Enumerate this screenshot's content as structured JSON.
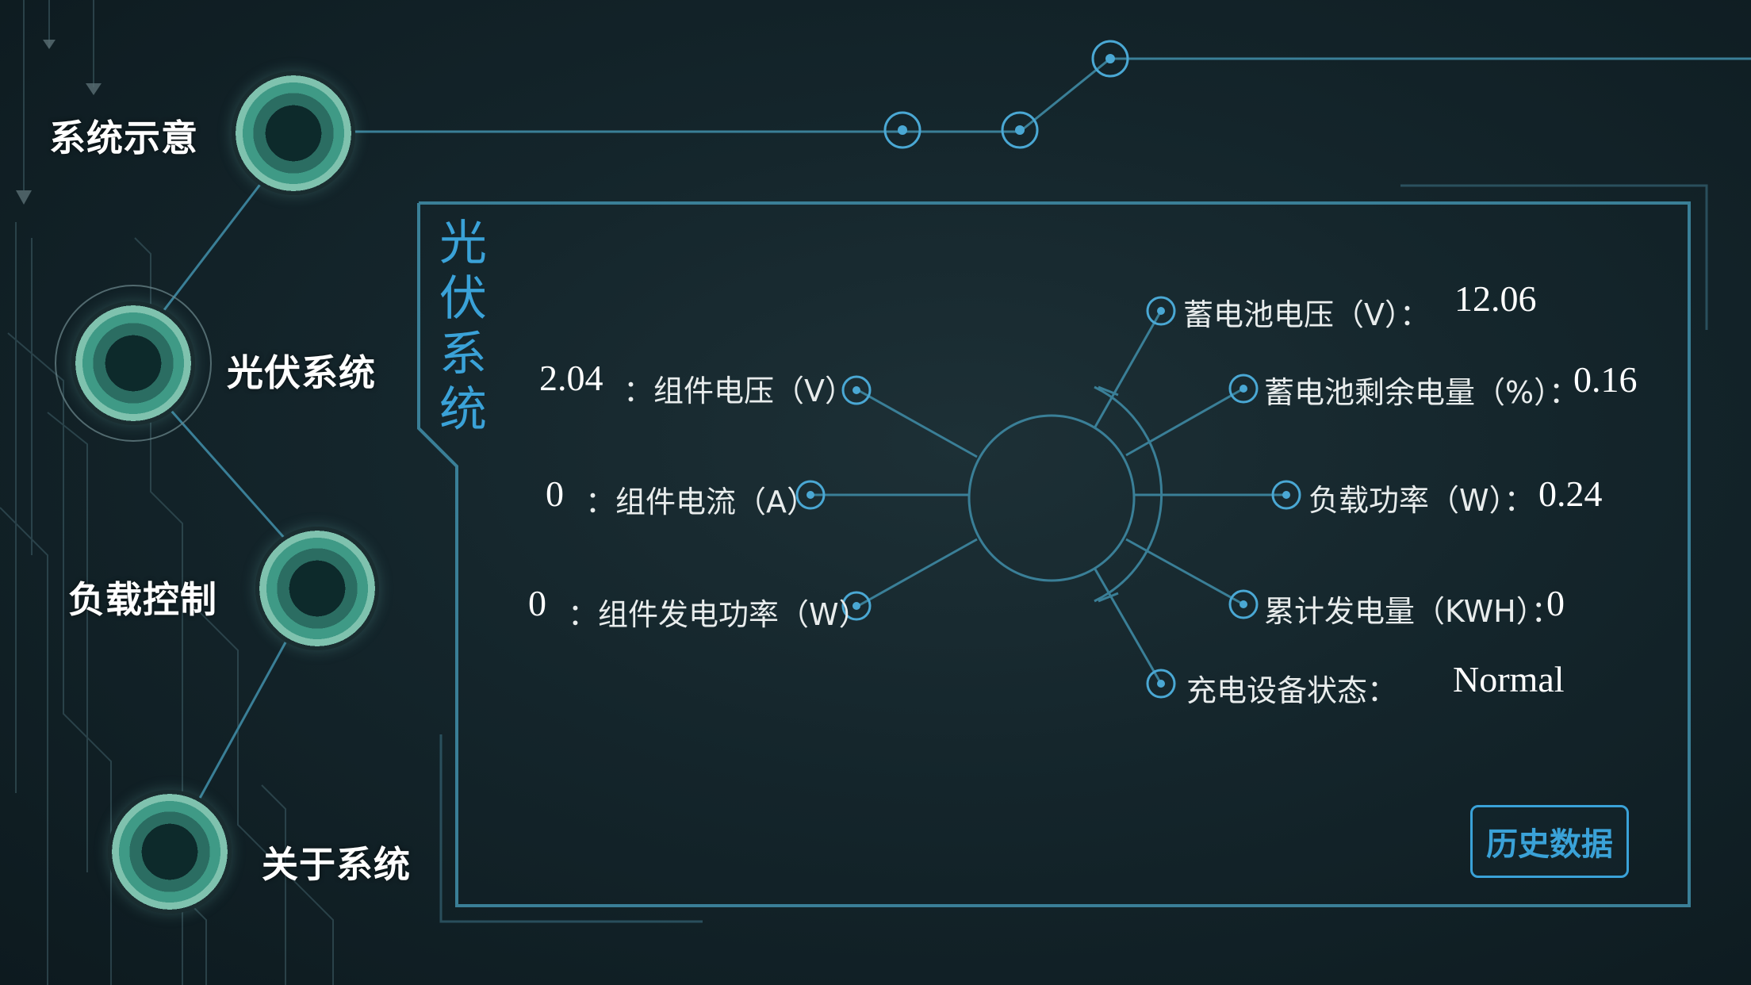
{
  "nav": {
    "items": [
      {
        "label": "系统示意"
      },
      {
        "label": "光伏系统"
      },
      {
        "label": "负载控制"
      },
      {
        "label": "关于系统"
      }
    ]
  },
  "panel": {
    "title_chars": [
      "光",
      "伏",
      "系",
      "统"
    ],
    "left_readings": [
      {
        "value": "2.04",
        "label": "：组件电压（V）"
      },
      {
        "value": "0",
        "label": "：组件电流（A）"
      },
      {
        "value": "0",
        "label": "：组件发电功率（W）"
      }
    ],
    "right_readings": [
      {
        "label": "蓄电池电压（V）：",
        "value": "12.06"
      },
      {
        "label": "蓄电池剩余电量（%）：",
        "value": "0.16"
      },
      {
        "label": "负载功率（W）：",
        "value": "0.24"
      },
      {
        "label": "累计发电量（KWH）：",
        "value": "0"
      },
      {
        "label": "充电设备状态：",
        "value": "Normal"
      }
    ],
    "history_button": "历史数据"
  },
  "colors": {
    "accent": "#3aa2d8",
    "line": "#3a7f97",
    "node_green": "#3f9a86",
    "background": "#14252b"
  },
  "icons": [
    "node-dot-icon",
    "nav-ring-icon"
  ]
}
